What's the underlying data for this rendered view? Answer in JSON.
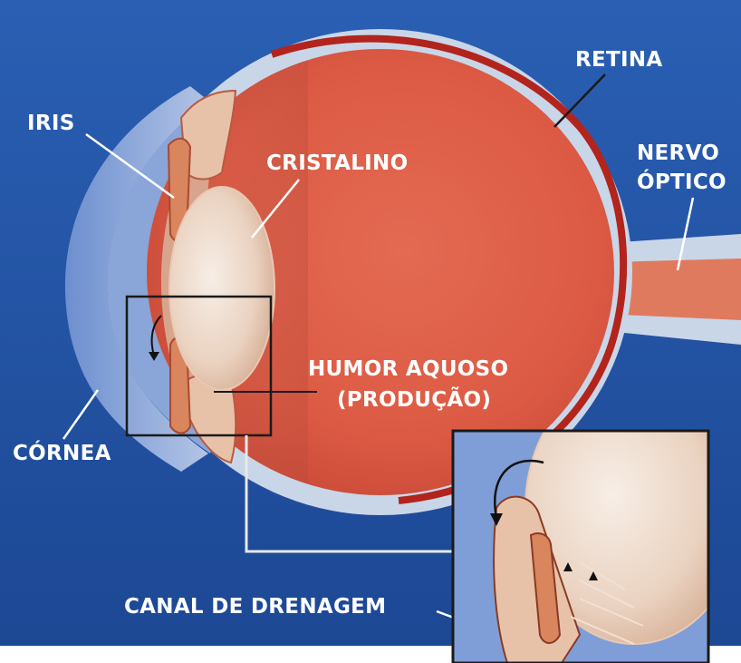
{
  "labels": {
    "iris": "IRIS",
    "cristalino": "CRISTALINO",
    "retina": "RETINA",
    "nervo_line1": "NERVO",
    "nervo_line2": "ÓPTICO",
    "humor_line1": "HUMOR AQUOSO",
    "humor_line2": "(PRODUÇÃO)",
    "cornea": "CÓRNEA",
    "canal": "CANAL DE DRENAGEM"
  },
  "colors": {
    "background": "#1f4f9e",
    "sclera": "#c9d6e8",
    "eyeball": "#e0604a",
    "retina_line": "#b2241c",
    "cornea": "#7b9bd3",
    "iris": "#d9855e",
    "lens": "#f0ddd0",
    "label_text": "#ffffff"
  }
}
